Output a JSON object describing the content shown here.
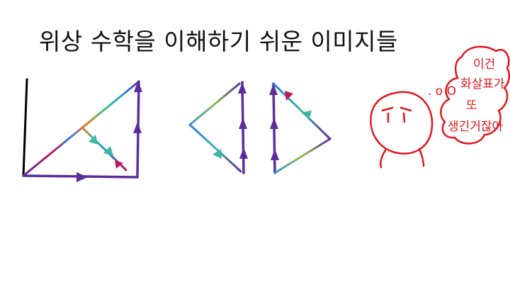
{
  "slide": {
    "title": "위상 수학을 이해하기 쉬운 이미지들"
  },
  "annotation": {
    "dots": ". o O",
    "lines": [
      "이건",
      "화살표가",
      "또",
      "생긴거잖아"
    ]
  },
  "colors": {
    "arrow": "#5b2d9c",
    "annotation": "#e0161c",
    "axis": "#000000"
  },
  "icons": [
    "arrow-head-icon",
    "sketch-face-icon",
    "thought-bubble-icon"
  ]
}
